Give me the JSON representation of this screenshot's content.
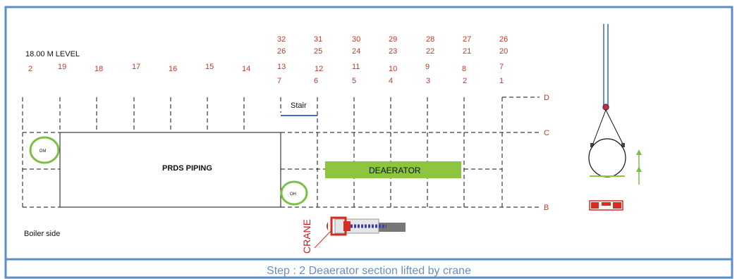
{
  "level_label": "18.00 M LEVEL",
  "boiler_label": "Boiler side",
  "stair_label": "Stair",
  "prds_label": "PRDS PIPING",
  "deaerator_label": "DEAERATOR",
  "dm_label": "DM",
  "oh_label": "OH",
  "crane_label": "CRANE",
  "caption": "Step : 2  Deaerator section  lifted by crane",
  "axis_letters": {
    "d": "D",
    "c": "C",
    "b": "B"
  },
  "column_numbers": {
    "row1": [
      "32",
      "31",
      "30",
      "29",
      "28",
      "27",
      "26"
    ],
    "row2": [
      "26",
      "25",
      "24",
      "23",
      "22",
      "21",
      "20"
    ],
    "row3": [
      "2",
      "19",
      "18",
      "17",
      "16",
      "15",
      "14",
      "13",
      "12",
      "11",
      "10",
      "9",
      "8",
      "7"
    ],
    "row4": [
      "7",
      "6",
      "5",
      "4",
      "3",
      "2",
      "1"
    ]
  },
  "colors": {
    "frame_blue": "#5b8fc7",
    "caption_blue": "#6a8fc0",
    "number_red": "#c0392b",
    "deaerator_green": "#8cc63f",
    "circle_green": "#7ac143",
    "crane_red": "#d62d20"
  }
}
